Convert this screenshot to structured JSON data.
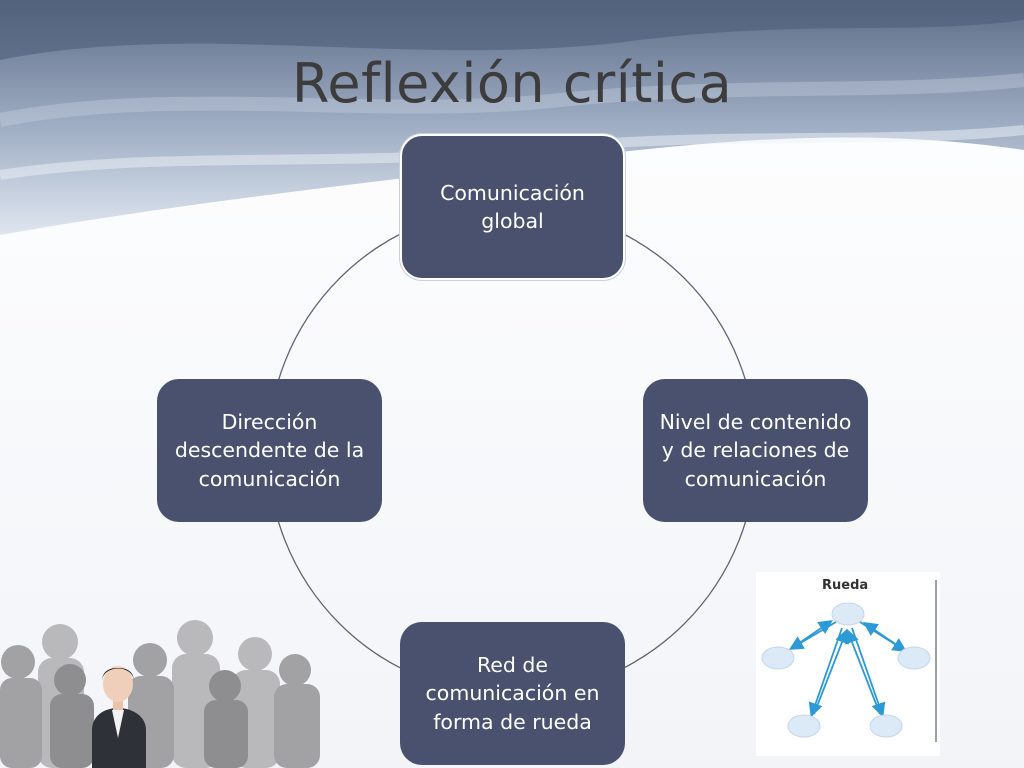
{
  "slide": {
    "title": "Reflexión crítica"
  },
  "cycle": {
    "nodes": {
      "top": "Comunicación global",
      "right": "Nivel de contenido y de relaciones de comunicación",
      "bottom": "Red de comunicación en forma de rueda",
      "left": "Dirección descendente de la comunicación"
    }
  },
  "wheel_diagram": {
    "title": "Rueda"
  },
  "colors": {
    "node_fill": "#49516f",
    "node_text": "#ffffff",
    "wheel_node": "#dce9f7",
    "wheel_arrow": "#2b9ad6"
  }
}
